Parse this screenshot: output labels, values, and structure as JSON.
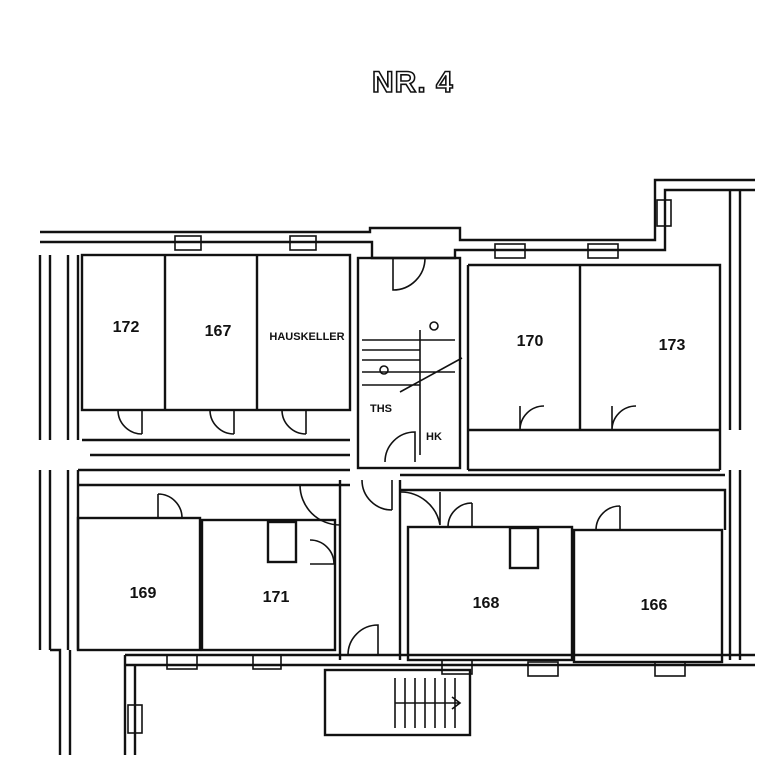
{
  "title": "NR. 4",
  "rooms": [
    {
      "label": "172"
    },
    {
      "label": "167"
    },
    {
      "label": "HAUSKELLER"
    },
    {
      "label": "170"
    },
    {
      "label": "173"
    },
    {
      "label": "THS"
    },
    {
      "label": "HK"
    },
    {
      "label": "169"
    },
    {
      "label": "171"
    },
    {
      "label": "168"
    },
    {
      "label": "166"
    }
  ]
}
